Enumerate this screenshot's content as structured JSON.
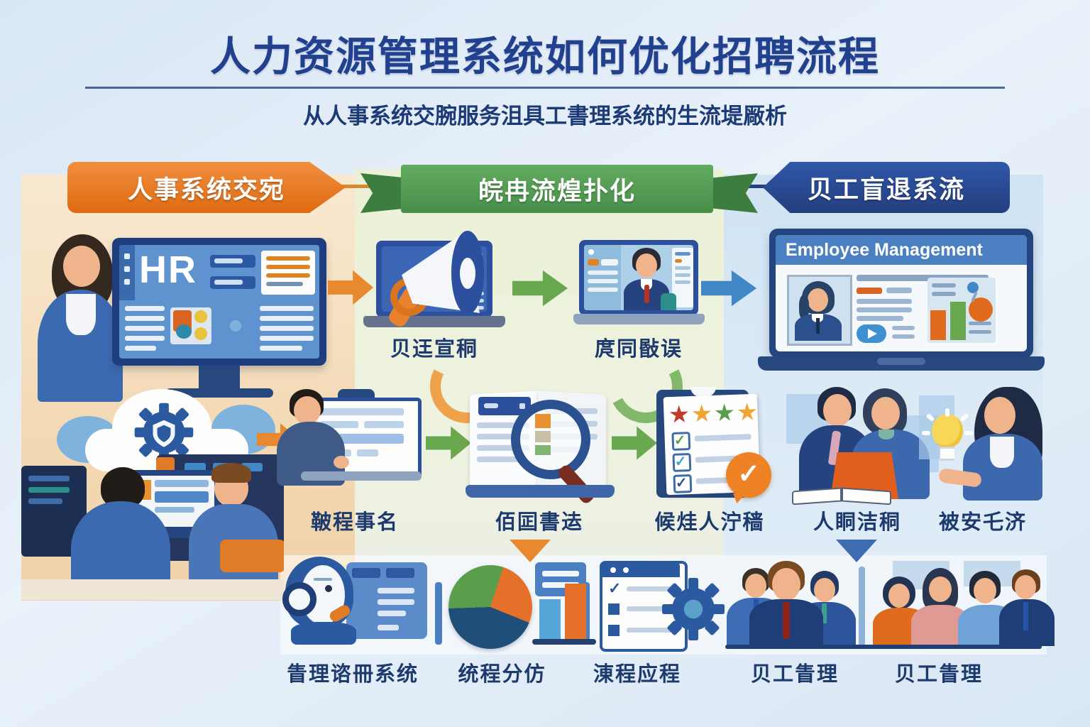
{
  "header": {
    "title": "人力资源管理系统如何优化招聘流程",
    "subtitle": "从人事系统交腕服务沮具工書理系统的生流堤厰析"
  },
  "banners": {
    "left": "人事系统交宛",
    "middle": "皖冉流煌扑化",
    "right": "贝工盲退系流"
  },
  "row1": {
    "monitor_text": "HR",
    "megaphone_label": "贝迋宣秱",
    "video_label": "庹同敯误",
    "employee_management_title": "Employee Management"
  },
  "row2": {
    "labels": [
      "鞁程事名",
      "佰囸書迲",
      "候烓人泞穑",
      "人眮洁秱",
      "被安乇济"
    ]
  },
  "row3": {
    "labels": [
      "眚理谘冊系统",
      "统程分仿",
      "涷程应程",
      "贝工眚理",
      "贝工眚理"
    ]
  },
  "icons": {
    "check": "✓"
  },
  "colors": {
    "title": "#21418e",
    "label": "#1d3a6e",
    "banner_orange": "#e8751e",
    "banner_green": "#4f9e50",
    "banner_blue": "#27479a",
    "arrow_orange": "#e8892f",
    "arrow_green": "#6aa84f",
    "arrow_blue": "#3f87c5"
  }
}
